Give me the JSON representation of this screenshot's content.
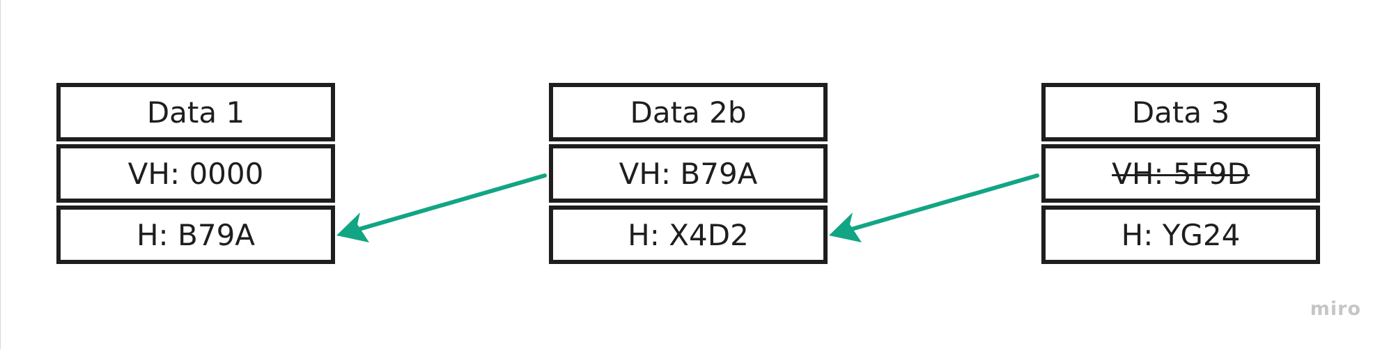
{
  "blocks": [
    {
      "title": "Data 1",
      "vh": "VH: 0000",
      "h": "H: B79A",
      "vh_strikethrough": false
    },
    {
      "title": "Data 2b",
      "vh": "VH: B79A",
      "h": "H: X4D2",
      "vh_strikethrough": false
    },
    {
      "title": "Data 3",
      "vh": "VH: 5F9D",
      "h": "H: YG24",
      "vh_strikethrough": true
    }
  ],
  "arrows": [
    {
      "from": "Data 2b VH",
      "to": "Data 1 H"
    },
    {
      "from": "Data 3 VH",
      "to": "Data 2b H"
    }
  ],
  "colors": {
    "arrow": "#12a584",
    "border": "#1e1e1e",
    "watermark": "#c6c6c6"
  },
  "watermark": "miro"
}
